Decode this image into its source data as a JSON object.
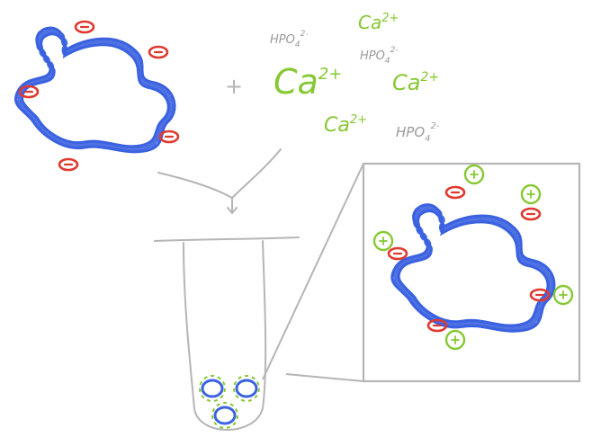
{
  "colors": {
    "dna": "#3b62e0",
    "negative_charge": "#e0392f",
    "positive_charge": "#86c832",
    "calcium_text": "#86c832",
    "phosphate_text": "#9a9a9a",
    "lines": "#b5b5b5"
  },
  "labels": {
    "plus_sign": "+",
    "calcium": "Ca",
    "calcium_charge": "2+",
    "phosphate": "HPO",
    "phosphate_subscript": "4",
    "phosphate_charge": "2-"
  },
  "icons": {
    "negative_charge_symbol": "minus-sign-oval",
    "positive_charge_symbol": "plus-sign-circle",
    "plasmid": "circular-double-helix",
    "tube": "test-tube"
  }
}
